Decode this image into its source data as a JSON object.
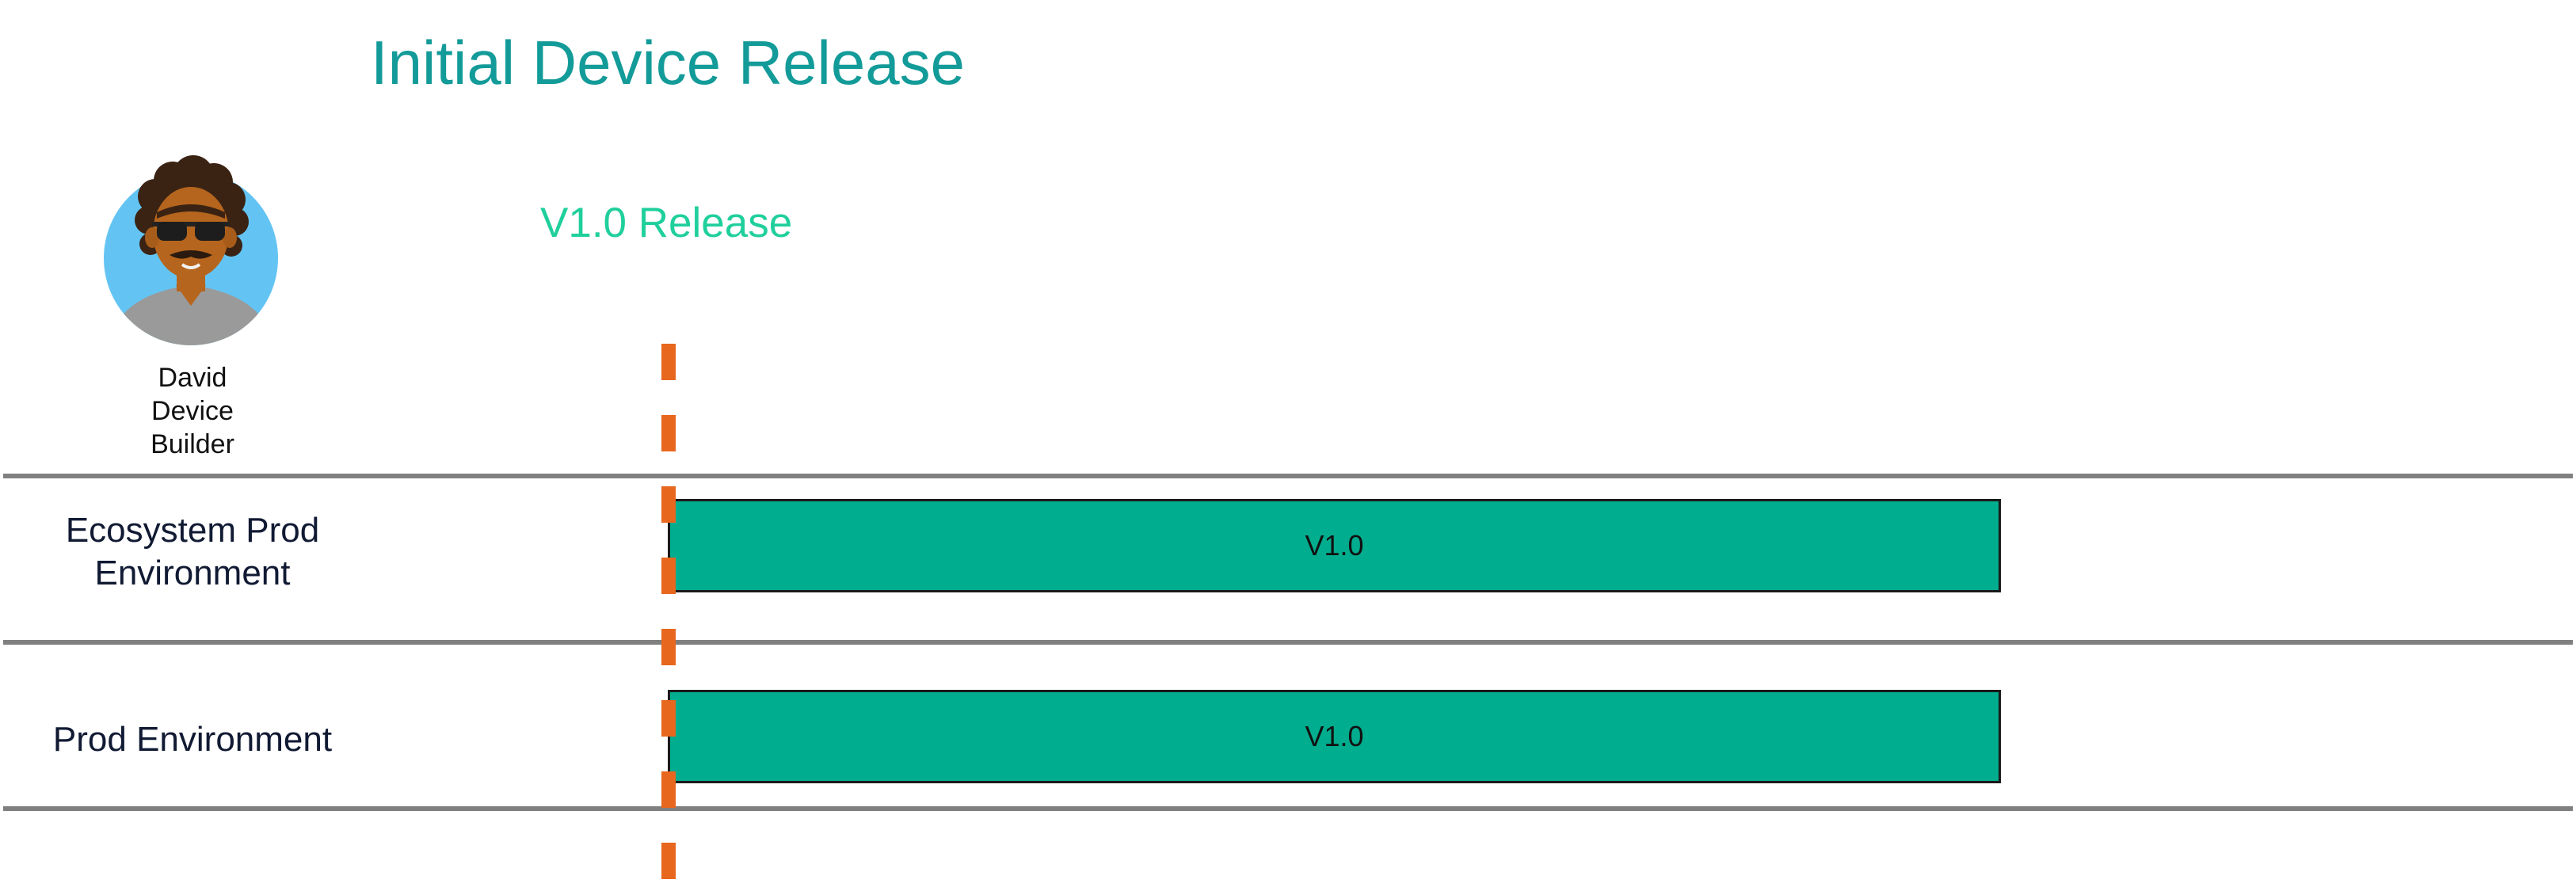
{
  "title": "Initial Device Release",
  "release": {
    "label": "V1.0 Release"
  },
  "persona": {
    "name_lines": [
      "David",
      "Device",
      "Builder"
    ]
  },
  "lanes": [
    {
      "label_lines": [
        "Ecosystem Prod",
        "Environment"
      ],
      "bar_label": "V1.0"
    },
    {
      "label_lines": [
        "Prod Environment"
      ],
      "bar_label": "V1.0"
    }
  ],
  "colors": {
    "title": "#139b99",
    "release_label": "#1fcf9c",
    "bar_fill": "#00ad8e",
    "release_marker": "#e8671e",
    "lane_divider": "#808080"
  },
  "icons": {
    "persona": "person-avatar-icon"
  }
}
